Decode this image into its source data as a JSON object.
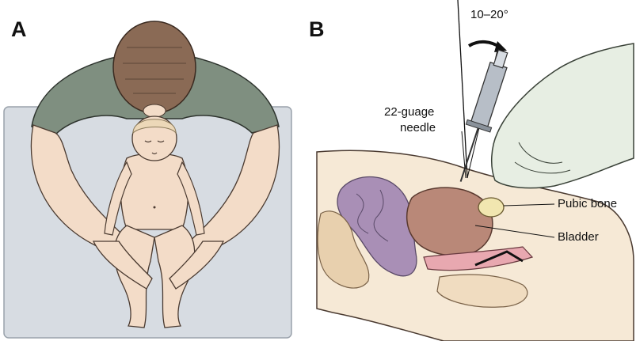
{
  "panels": {
    "a": {
      "letter": "A"
    },
    "b": {
      "letter": "B",
      "angle_label": "10–20°",
      "needle_label_line1": "22-guage",
      "needle_label_line2": "needle",
      "pubic_bone_label": "Pubic bone",
      "bladder_label": "Bladder"
    }
  },
  "colors": {
    "skin": "#f3dcc8",
    "skin_shadow": "#e6c2a8",
    "shirt": "#7f8f80",
    "hair_adult": "#8a6a55",
    "hair_child": "#ecd8b8",
    "table": "#d7dce2",
    "bladder": "#b98878",
    "intestine_purple": "#a98fb6",
    "intestine_tan": "#e8d0ae",
    "pubic_bone": "#f1e6b0",
    "glove": "#e7eee3",
    "syringe": "#b7bec7"
  }
}
